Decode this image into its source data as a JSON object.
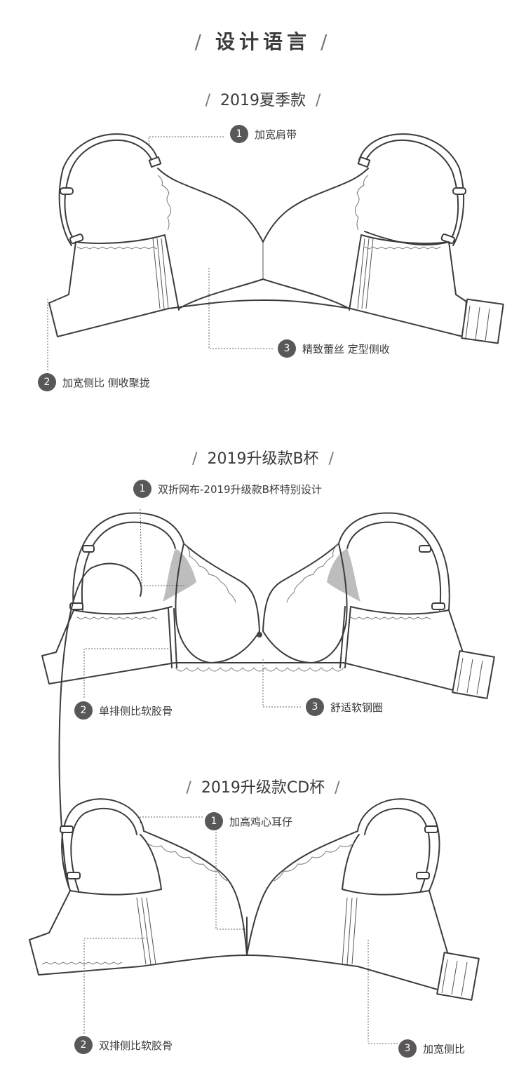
{
  "page": {
    "title": "设计语言"
  },
  "sections": [
    {
      "title": "2019夏季款",
      "callouts": [
        {
          "num": "1",
          "text": "加宽肩带"
        },
        {
          "num": "2",
          "text": "加宽侧比 侧收聚拢"
        },
        {
          "num": "3",
          "text": "精致蕾丝 定型侧收"
        }
      ]
    },
    {
      "title": "2019升级款B杯",
      "callouts": [
        {
          "num": "1",
          "text": "双折网布-2019升级款B杯特别设计"
        },
        {
          "num": "2",
          "text": "单排侧比软胶骨"
        },
        {
          "num": "3",
          "text": "舒适软钢圈"
        }
      ]
    },
    {
      "title": "2019升级款CD杯",
      "callouts": [
        {
          "num": "1",
          "text": "加高鸡心耳仔"
        },
        {
          "num": "2",
          "text": "双排侧比软胶骨"
        },
        {
          "num": "3",
          "text": "加宽侧比"
        }
      ]
    }
  ],
  "decor": {
    "slash": "/"
  }
}
